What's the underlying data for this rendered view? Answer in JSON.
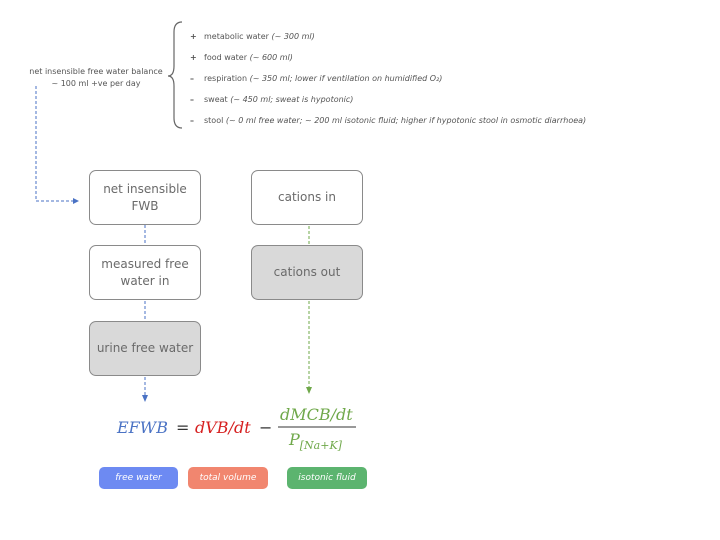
{
  "note": {
    "line1": "net insensible free water balance",
    "line2": "~ 100 ml +ve per day"
  },
  "contributions": [
    {
      "sign": "+",
      "label": "metabolic water",
      "detail": "(~ 300 ml)"
    },
    {
      "sign": "+",
      "label": "food water",
      "detail": "(~ 600 ml)"
    },
    {
      "sign": "–",
      "label": "respiration",
      "detail": "(~ 350 ml; lower if ventilation on humidified O₂)"
    },
    {
      "sign": "–",
      "label": "sweat",
      "detail": "(~ 450 ml; sweat is hypotonic)"
    },
    {
      "sign": "–",
      "label": "stool",
      "detail": "(~ 0 ml free water;  ~ 200 ml isotonic fluid; higher if hypotonic stool in osmotic diarrhoea)"
    }
  ],
  "boxes": {
    "net_insensible": {
      "line1": "net insensible",
      "line2": "FWB"
    },
    "measured_free_water": {
      "line1": "measured free",
      "line2": "water in"
    },
    "urine_free_water": "urine free water",
    "cations_in": "cations in",
    "cations_out": "cations out"
  },
  "equation": {
    "lhs": "EFWB",
    "equals": "=",
    "term1": "dVB/dt",
    "minus": "−",
    "numerator": "dMCB/dt",
    "denominator_base": "P",
    "denominator_sub": "[Na+K]"
  },
  "legend": [
    {
      "label": "free water",
      "color": "#6d8af2"
    },
    {
      "label": "total volume",
      "color": "#f1866f"
    },
    {
      "label": "isotonic fluid",
      "color": "#5cb46f"
    }
  ],
  "colors": {
    "free_water": "#4a72c4",
    "total_volume": "#d62020",
    "isotonic": "#6fa84a",
    "arrow_blue": "#4a72c4",
    "arrow_green": "#6fa84a"
  }
}
